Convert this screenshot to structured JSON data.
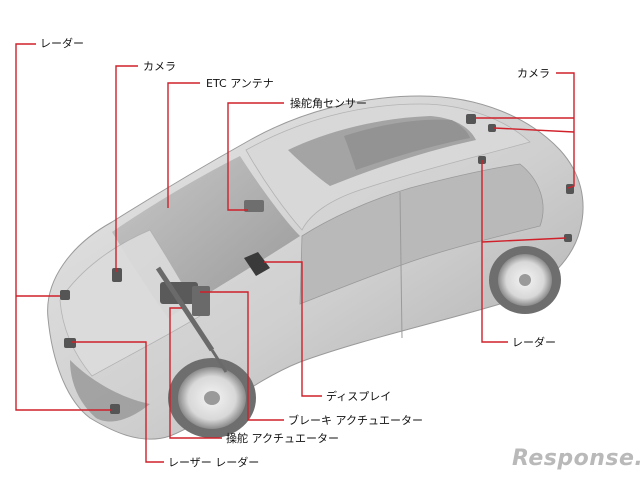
{
  "labels": {
    "radar_left_top": "レーダー",
    "camera_front": "カメラ",
    "etc_antenna": "ETC アンテナ",
    "steering_sensor": "操舵角センサー",
    "camera_rear": "カメラ",
    "radar_right": "レーダー",
    "display": "ディスプレイ",
    "brake_actuator": "ブレーキ アクチュエーター",
    "steering_actuator": "操舵 アクチュエーター",
    "laser_radar": "レーザー レーダー"
  },
  "watermark": "Response.",
  "colors": {
    "leader": "#d0202a",
    "car_body": "#cfcfcf",
    "car_glass": "#a9a9a9"
  }
}
